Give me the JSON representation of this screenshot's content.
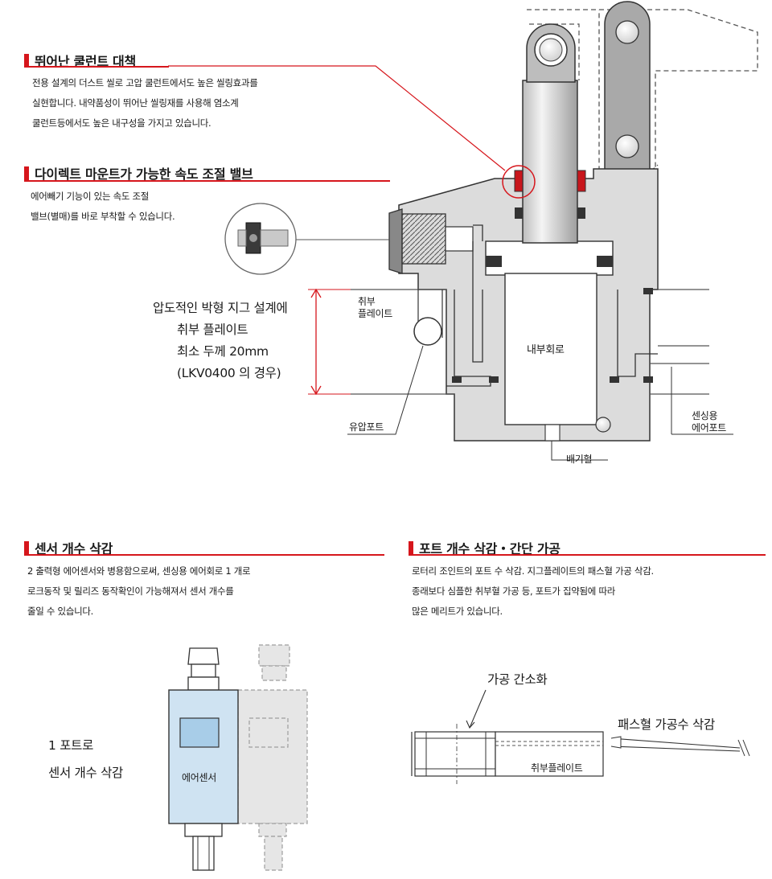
{
  "sections": {
    "coolant": {
      "title": "뛰어난 쿨런트 대책",
      "lines": [
        "전용 설계의 더스트 씰로 고압 쿨런트에서도 높은 씰링효과를",
        "실현합니다. 내약품성이 뛰어난 씰링재를 사용해 염소계",
        "쿨런트등에서도 높은 내구성을 가지고 있습니다."
      ]
    },
    "valve": {
      "title": "다이렉트 마운트가 가능한 속도 조절 밸브",
      "lines": [
        "에어빼기 기능이 있는 속도 조절",
        " 밸브(별매)를 바로 부착할 수 있습니다."
      ]
    },
    "sensor": {
      "title": "센서 개수 삭감",
      "lines": [
        " 2 출력형 에어센서와 병용함으로써, 센싱용 에어회로  1 개로",
        "로크동작 및 릴리즈 동작확인이 가능해져서 센서 개수를",
        "줄일 수 있습니다."
      ]
    },
    "port": {
      "title": "포트 개수 삭감・간단 가공",
      "lines": [
        "로터리 조인트의 포트 수 삭감. 지그플레이트의 패스혈 가공 삭감.",
        "종래보다 심플한 취부혈 가공 등, 포트가 집약됨에 따라",
        "많은 메리트가 있습니다."
      ]
    }
  },
  "diagram": {
    "jig_lines": [
      "압도적인 박형 지그 설계에",
      "취부 플레이트",
      "최소 두께 20mm",
      "(LKV0400 의 경우)"
    ],
    "mount_plate": [
      "취부",
      "플레이트"
    ],
    "inner_circuit": "내부회로",
    "hydraulic_port": "유압포트",
    "exhaust_hole": "배기혈",
    "sensing_air_port": [
      "센싱용",
      "에어포트"
    ]
  },
  "sensor_diagram": {
    "caption": [
      "1 포트로",
      "센서 개수 삭감"
    ],
    "sensor_label": "에어센서"
  },
  "port_diagram": {
    "simplified": "가공 간소화",
    "pass_hole": "패스혈 가공수 삭감",
    "mount_plate": "취부플레이트"
  },
  "colors": {
    "accent": "#d6161c",
    "body_fill": "#dcdcdc",
    "sensor_blue": "#cfe3f2"
  }
}
